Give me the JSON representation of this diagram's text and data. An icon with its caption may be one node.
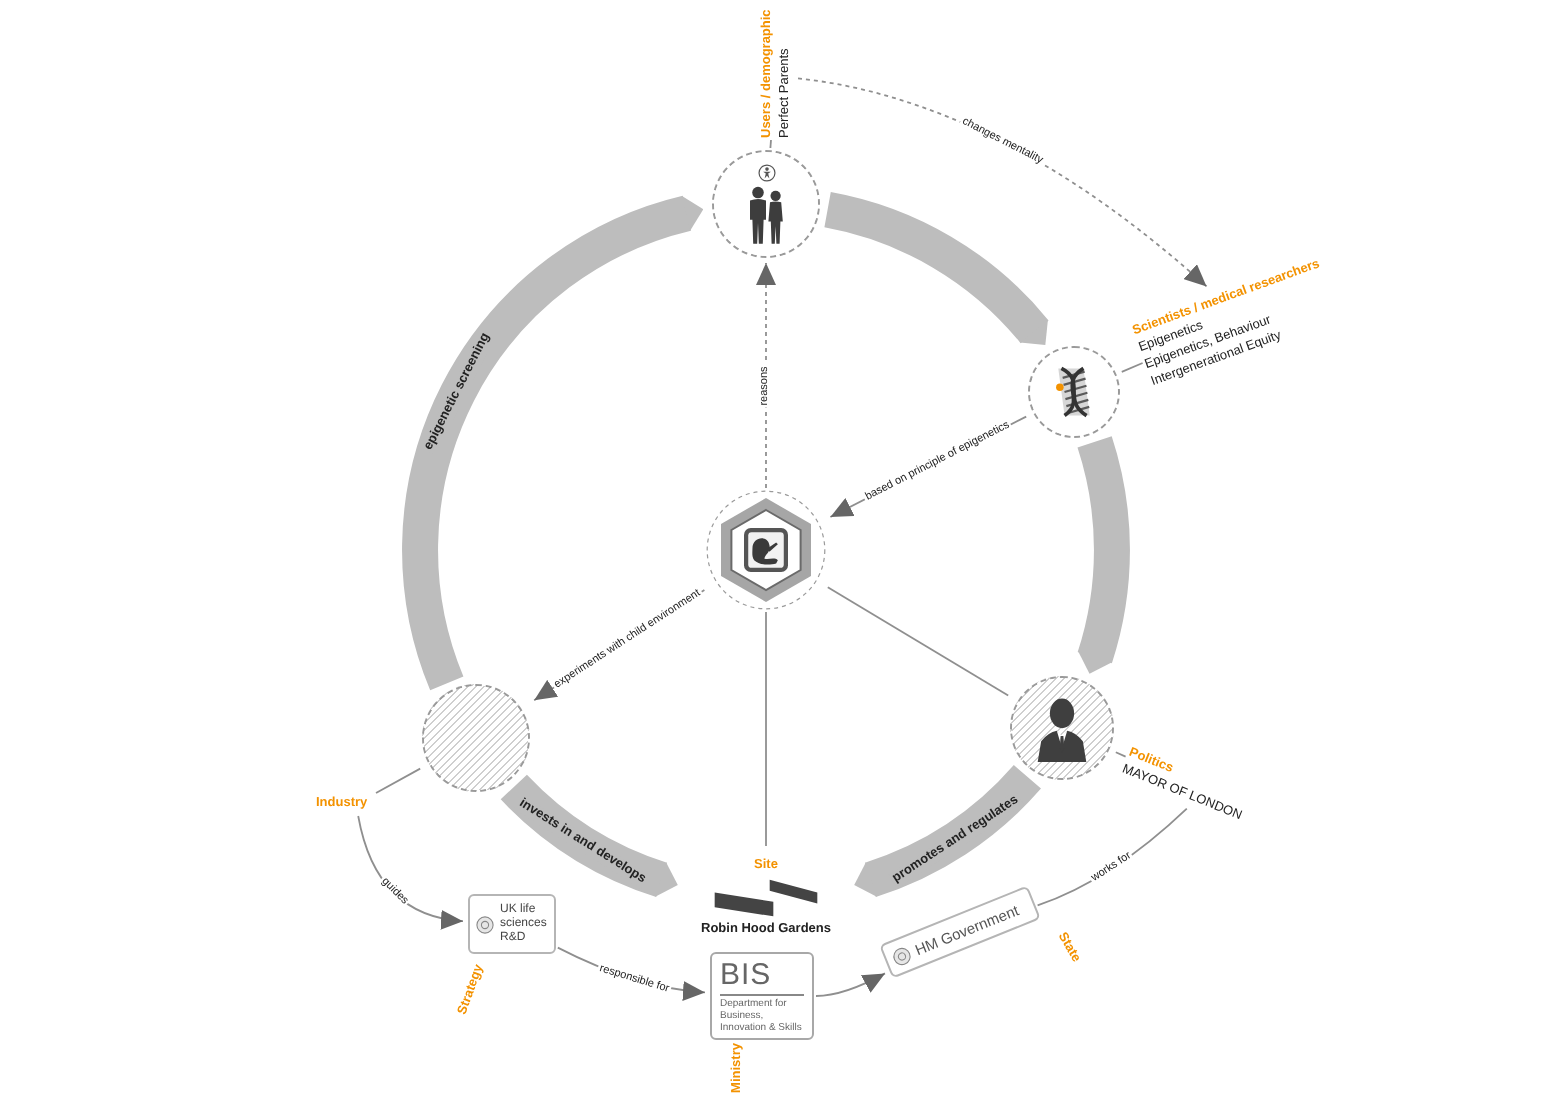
{
  "diagram": {
    "nodes": [
      {
        "text": [
          "Users / demographic",
          "Perfect Parents"
        ]
      },
      {
        "text": [],
        "shape": "picture"
      },
      {
        "text": [
          "Scientists / medical researchers",
          "Epigenetics",
          "Epigenetics, Behaviour",
          "Intergenerational Equity"
        ]
      },
      {
        "text": [],
        "shape": "picture"
      },
      {
        "text": [],
        "shape": "picture"
      },
      {
        "text": [],
        "shape": "picture"
      },
      {
        "text": [
          "Politics",
          "MAYOR OF LONDON"
        ]
      },
      {
        "text": [],
        "shape": "circle"
      },
      {
        "text": [
          "Industry"
        ]
      },
      {
        "text": [
          "Site",
          "Robin Hood Gardens"
        ]
      },
      {
        "text": [
          "UK life sciences R&D"
        ],
        "beside": [
          "Strategy"
        ]
      },
      {
        "text": [
          "HM Government"
        ],
        "beside": [
          "State"
        ]
      },
      {
        "text": [
          "BIS",
          "Department for Business, Innovation & Skills"
        ],
        "beside": [
          "Ministry"
        ]
      }
    ],
    "edges": [
      {
        "from": 7,
        "to": 1,
        "arrow": "to",
        "label": "epigenetic screening",
        "style": "thick",
        "color": "#bdbdbd"
      },
      {
        "from": 1,
        "to": 3,
        "arrow": "to",
        "style": "thick",
        "color": "#bdbdbd"
      },
      {
        "from": 3,
        "to": 5,
        "arrow": "to",
        "style": "thick",
        "color": "#bdbdbd"
      },
      {
        "from": 5,
        "to": 9,
        "arrow": "to",
        "label": "promotes and regulates",
        "style": "thick",
        "color": "#bdbdbd"
      },
      {
        "from": 7,
        "to": 9,
        "arrow": "to",
        "label": "invests in and develops",
        "style": "thick",
        "color": "#bdbdbd"
      },
      {
        "from": 4,
        "to": 1,
        "arrow": "to",
        "label": "reasons",
        "style": "dashed"
      },
      {
        "from": 3,
        "to": 4,
        "arrow": "to",
        "label": "based on principle of epigenetics"
      },
      {
        "from": 4,
        "to": 7,
        "arrow": "to",
        "label": "experiments with child environment"
      },
      {
        "from": 4,
        "to": 9,
        "arrow": "none"
      },
      {
        "from": 4,
        "to": 5,
        "arrow": "none"
      },
      {
        "from": 0,
        "to": 2,
        "arrow": "to",
        "label": "changes mentality",
        "style": "dashed"
      },
      {
        "from": 8,
        "to": 10,
        "arrow": "to",
        "label": "guides"
      },
      {
        "from": 10,
        "to": 12,
        "arrow": "to",
        "label": "responsible for"
      },
      {
        "from": 12,
        "to": 11,
        "arrow": "to"
      },
      {
        "from": 6,
        "to": 11,
        "arrow": "none",
        "label": "works for"
      },
      {
        "from": 1,
        "to": 0,
        "arrow": "none"
      },
      {
        "from": 3,
        "to": 2,
        "arrow": "none"
      },
      {
        "from": 5,
        "to": 6,
        "arrow": "none"
      },
      {
        "from": 7,
        "to": 8,
        "arrow": "none"
      }
    ]
  }
}
